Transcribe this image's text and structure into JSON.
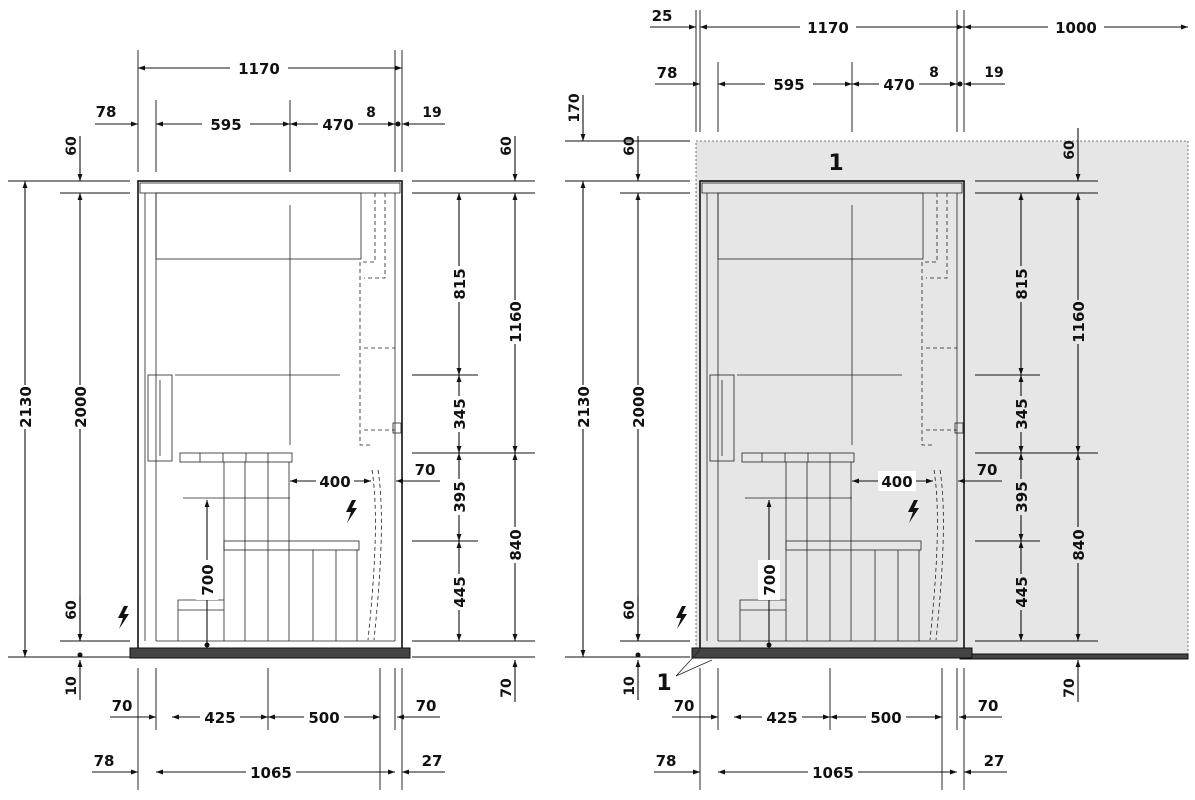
{
  "left_view": {
    "top": {
      "overall": "1170",
      "offset_left": "78",
      "part_a": "595",
      "part_b": "470",
      "gap": "8",
      "offset_right": "19"
    },
    "left_side": {
      "top_band": "60",
      "total_height": "2130",
      "inner_height": "2000",
      "bottom_band": "60",
      "base": "10"
    },
    "middle": {
      "upper": "815",
      "mid": "345",
      "lower_a": "395",
      "lower_b": "445",
      "bench_depth": "400",
      "bench_height": "700",
      "side_gap": "70"
    },
    "right_side": {
      "top_band": "60",
      "upper": "1160",
      "lower": "840",
      "base": "70"
    },
    "bottom": {
      "left_a": "70",
      "seg_a": "425",
      "seg_b": "500",
      "right_a": "70",
      "left_b": "78",
      "overall": "1065",
      "right_b": "27"
    }
  },
  "right_view": {
    "top": {
      "offset_left": "25",
      "overall": "1170",
      "clearance": "1000",
      "offset_left_b": "78",
      "part_a": "595",
      "part_b": "470",
      "gap": "8",
      "offset_right": "19"
    },
    "left_side": {
      "extra_top": "170",
      "top_band": "60",
      "total_height": "2130",
      "inner_height": "2000",
      "bottom_band": "60",
      "base": "10"
    },
    "middle": {
      "upper": "815",
      "mid": "345",
      "lower_a": "395",
      "lower_b": "445",
      "bench_depth": "400",
      "bench_height": "700",
      "side_gap": "70"
    },
    "right_side": {
      "top_band": "60",
      "upper": "1160",
      "lower": "840",
      "base": "70"
    },
    "bottom": {
      "left_a": "70",
      "seg_a": "425",
      "seg_b": "500",
      "right_a": "70",
      "left_b": "78",
      "overall": "1065",
      "right_b": "27"
    },
    "zone_label": "1",
    "callout_label": "1"
  }
}
